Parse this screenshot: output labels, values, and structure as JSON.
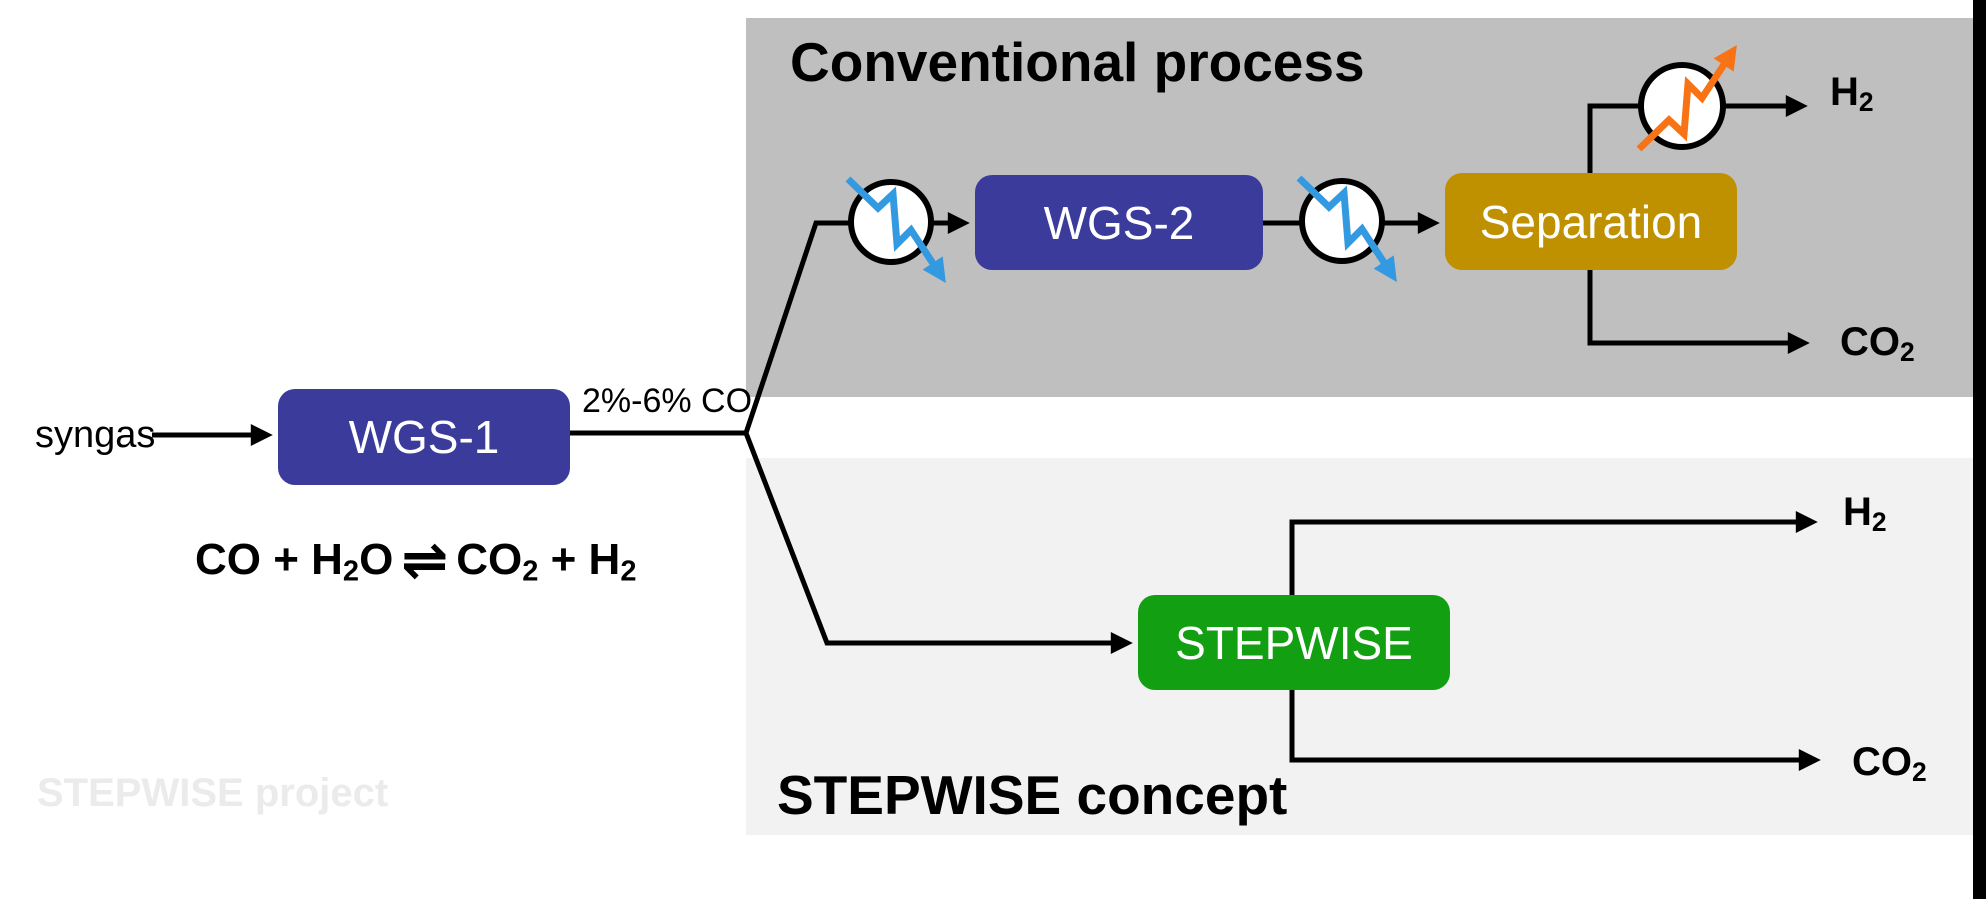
{
  "regions": {
    "conventional": {
      "title": "Conventional process"
    },
    "stepwise": {
      "title": "STEPWISE concept"
    }
  },
  "watermark": "STEPWISE project",
  "input": {
    "label": "syngas"
  },
  "stream_label": "2%-6% CO",
  "blocks": {
    "wgs1": "WGS-1",
    "wgs2": "WGS-2",
    "separation": "Separation",
    "stepwise": "STEPWISE"
  },
  "equation": {
    "p1": "CO + H",
    "s1": "2",
    "p2": "O",
    "arrow": "⇌",
    "p3": "CO",
    "s2": "2",
    "p4": " + H",
    "s3": "2"
  },
  "outputs": {
    "conventional": {
      "h2": {
        "base": "H",
        "sub": "2"
      },
      "co2": {
        "base": "CO",
        "sub": "2"
      }
    },
    "stepwise": {
      "h2": {
        "base": "H",
        "sub": "2"
      },
      "co2": {
        "base": "CO",
        "sub": "2"
      }
    }
  },
  "icons": {
    "cooler1": "heat-exchanger-cooling-icon",
    "cooler2": "heat-exchanger-cooling-icon",
    "heater": "heat-exchanger-heating-icon"
  },
  "colors": {
    "reactor_blue": "#3b3b9b",
    "separation_gold": "#bf9000",
    "stepwise_green": "#12a012",
    "region_gray": "#bfbfbf",
    "region_light_gray": "#f2f2f2",
    "cooling_blue": "#3399e0",
    "heating_orange": "#f87315",
    "line_black": "#000000",
    "watermark_gray": "#ebebeb"
  }
}
